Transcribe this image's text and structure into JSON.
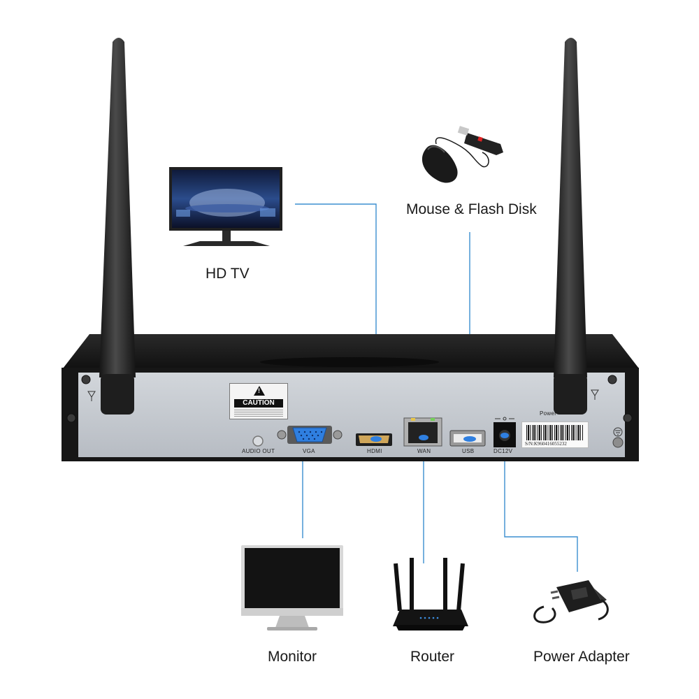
{
  "labels": {
    "hd_tv": "HD TV",
    "mouse_flash": "Mouse & Flash Disk",
    "monitor": "Monitor",
    "router": "Router",
    "power_adapter": "Power Adapter"
  },
  "ports": {
    "audio_out": "AUDIO OUT",
    "vga": "VGA",
    "hdmi": "HDMI",
    "wan": "WAN",
    "usb": "USB",
    "dc12v": "DC12V",
    "power": "Power"
  },
  "caution": {
    "title": "CAUTION"
  },
  "serial": {
    "text": "S/N:K960416055232"
  },
  "colors": {
    "connector_line": "#3b8fd0",
    "port_blue": "#2f7fe0",
    "panel": "#c4c9cf",
    "chassis": "#1c1c1c",
    "antenna": "#2a2a2a"
  },
  "icons": [
    "tv-icon",
    "mouse-icon",
    "flash-disk-icon",
    "monitor-icon",
    "router-icon",
    "power-adapter-icon",
    "antenna-icon",
    "ground-icon"
  ]
}
